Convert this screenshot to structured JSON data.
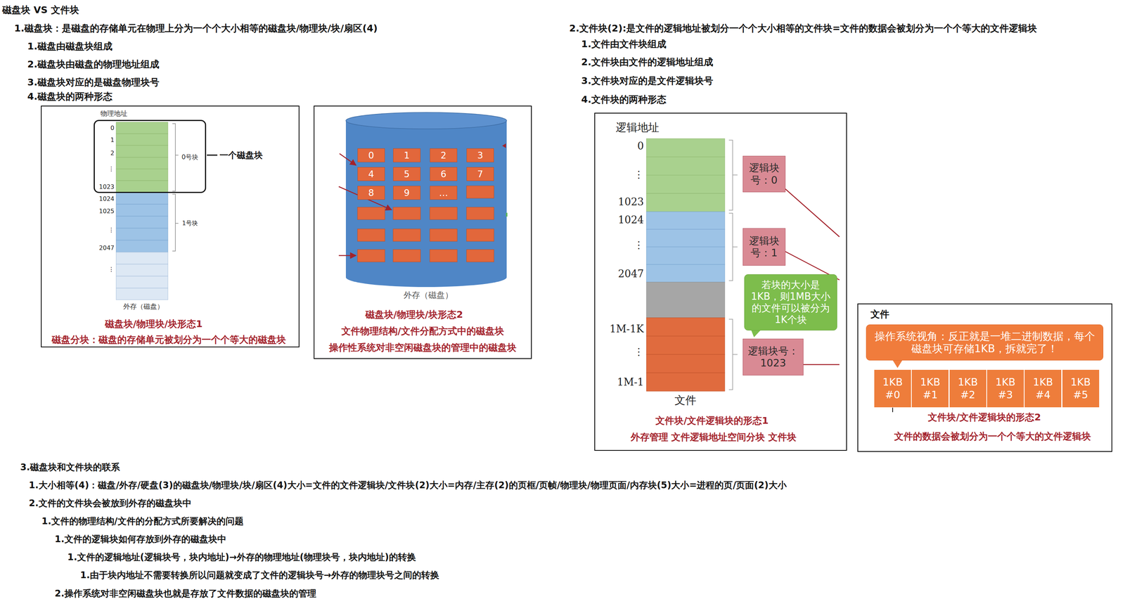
{
  "diagram": {
    "title": "磁盘块 VS 文件块",
    "nodes": [
      {
        "text": [
          "磁盘块/物理块/块形态1",
          "磁盘分块：磁盘的存储单元被划分为一个个等大的磁盘块"
        ]
      },
      {
        "text": [
          "0号块",
          "一个磁盘块"
        ],
        "in": 0
      },
      {
        "text": [
          "磁盘块/物理块/块形态2",
          "文件物理结构/文件分配方式中的磁盘块",
          "操作性系统对非空闲磁盘块的管理中的磁盘块"
        ]
      },
      {
        "text": [
          "0"
        ],
        "in": 2
      },
      {
        "text": [
          "1"
        ],
        "in": 2
      },
      {
        "text": [
          "2"
        ],
        "in": 2
      },
      {
        "text": [
          "3"
        ],
        "in": 2
      },
      {
        "text": [
          "4"
        ],
        "in": 2
      },
      {
        "text": [
          "5"
        ],
        "in": 2
      },
      {
        "text": [
          "6"
        ],
        "in": 2
      },
      {
        "text": [
          "7"
        ],
        "in": 2
      },
      {
        "text": [
          "8"
        ],
        "in": 2
      },
      {
        "text": [
          "9"
        ],
        "in": 2
      },
      {
        "text": [
          "…"
        ],
        "in": 2
      },
      {
        "text": [
          "文件块/文件逻辑块的形态1",
          "外存管理 文件逻辑地址空间分块 文件块"
        ]
      },
      {
        "text": [
          "逻辑块号：0"
        ],
        "in": 14
      },
      {
        "text": [
          "逻辑块号：1"
        ],
        "in": 14
      },
      {
        "text": [
          "若块的大小是1KB，则1MB大小的文件可以被分为1K个块"
        ],
        "in": 14
      },
      {
        "text": [
          "逻辑块号：1023"
        ],
        "in": 14
      },
      {
        "text": [
          "文件",
          "文件块/文件逻辑块的形态2",
          "文件的数据会被划分为一个个等大的文件逻辑块"
        ]
      },
      {
        "text": [
          "操作系统视角：反正就是一堆二进制数据，每个磁盘块可存储1KB，拆就完了！"
        ],
        "in": 19
      },
      {
        "text": [
          "1KB #0"
        ],
        "in": 19
      },
      {
        "text": [
          "1KB #1"
        ],
        "in": 19
      },
      {
        "text": [
          "1KB #2"
        ],
        "in": 19
      },
      {
        "text": [
          "1KB #3"
        ],
        "in": 19
      },
      {
        "text": [
          "1KB #4"
        ],
        "in": 19
      },
      {
        "text": [
          "1KB #5"
        ],
        "in": 19
      }
    ],
    "labels": [
      "1.磁盘块：是磁盘的存储单元在物理上分为一个个大小相等的磁盘块/物理块/块/扇区(4)",
      "1.磁盘由磁盘块组成",
      "2.磁盘块由磁盘的物理地址组成",
      "3.磁盘块对应的是磁盘物理块号",
      "4.磁盘块的两种形态",
      "物理地址",
      "0",
      "1",
      "2",
      "⋮",
      "1023",
      "1024",
      "1025",
      "⋮",
      "2047",
      "⋮",
      "1号块",
      "外存（磁盘）",
      "外存（磁盘）",
      "2.文件块(2):是文件的逻辑地址被划分一个个大小相等的文件块=文件的数据会被划分为一个个等大的文件逻辑块",
      "1.文件由文件块组成",
      "2.文件块由文件的逻辑地址组成",
      "3.文件块对应的是文件逻辑块号",
      "4.文件块的两种形态",
      "逻辑地址",
      "0",
      "⋮",
      "1023",
      "1024",
      "⋮",
      "2047",
      "1M-1K",
      "⋮",
      "1M-1",
      "文件",
      "3.磁盘块和文件块的联系",
      "1.大小相等(4)：磁盘/外存/硬盘(3)的磁盘块/物理块/块/扇区(4)大小=文件的文件逻辑块/文件块(2)大小=内存/主存(2)的页框/页帧/物理块/物理页面/内存块(5)大小=进程的页/页面(2)大小",
      "2.文件的文件块会被放到外存的磁盘块中",
      "1.文件的物理结构/文件的分配方式所要解决的问题",
      "1.文件的逻辑块如何存放到外存的磁盘块中",
      "1.文件的逻辑地址(逻辑块号，块内地址)→外存的物理地址(物理块号，块内地址)的转换",
      "1.由于块内地址不需要转换所以问题就变成了文件的逻辑块号→外存的物理块号之间的转换",
      "2.操作系统对非空闲磁盘块也就是存放了文件数据的磁盘块的管理"
    ]
  }
}
